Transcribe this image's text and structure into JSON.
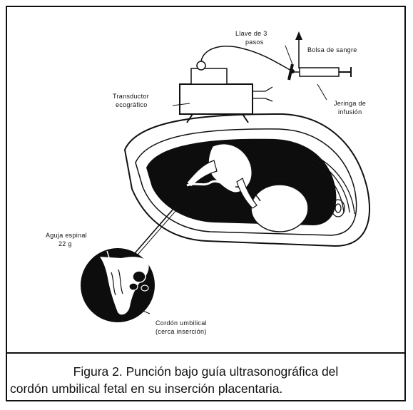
{
  "labels": {
    "llave": [
      "Llave de 3",
      "pasos"
    ],
    "bolsa": "Bolsa de sangre",
    "transductor": [
      "Transductor",
      "ecográfico"
    ],
    "jeringa": [
      "Jeringa de",
      "infusión"
    ],
    "aguja": [
      "Aguja espinal",
      "22 g"
    ],
    "cordon": [
      "Cordón umbilical",
      "(cerca inserción)"
    ]
  },
  "caption": {
    "line1": "Figura 2. Punción bajo guía ultrasonográfica del",
    "line2": "cordón umbilical fetal en su inserción placentaria."
  },
  "icons": [
    "ultrasound-transducer-icon",
    "syringe-icon",
    "stopcock-icon",
    "needle-icon",
    "fetus-illustration",
    "magnified-cord-illustration"
  ]
}
